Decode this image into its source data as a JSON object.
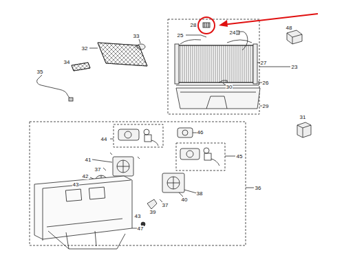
{
  "diagram": {
    "labels": [
      "28",
      "33",
      "25",
      "24",
      "48",
      "32",
      "27",
      "23",
      "34",
      "26",
      "35",
      "30",
      "29",
      "31",
      "46",
      "44",
      "45",
      "41",
      "37",
      "42",
      "38",
      "36",
      "43",
      "40",
      "37",
      "39",
      "43",
      "47"
    ]
  }
}
